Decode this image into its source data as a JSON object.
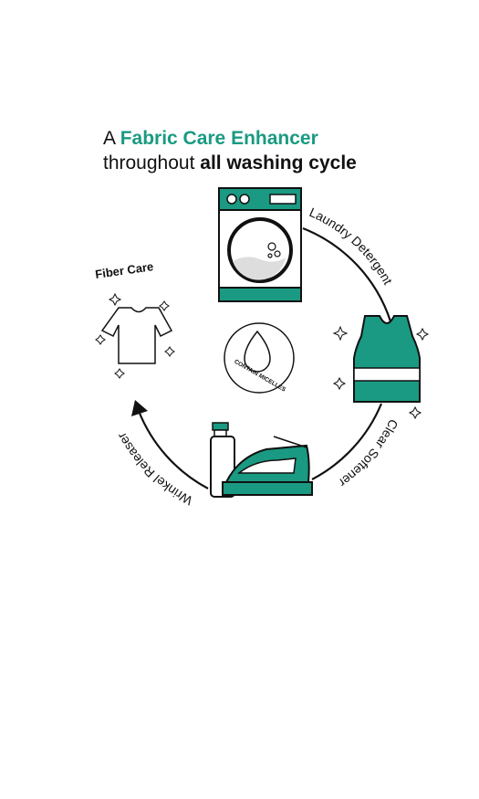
{
  "headline": {
    "prefix": "A ",
    "accent": "Fabric Care Enhancer",
    "line2_prefix": "throughout ",
    "line2_strong": "all washing cycle"
  },
  "cycle": {
    "step_laundry_detergent": "Laundry Detergent",
    "step_clear_softener": "Clear Softener",
    "step_wrinkle_releaser": "Wrinkel Releaser",
    "step_fiber_care": "Fiber Care"
  },
  "center_badge": {
    "label": "CONTAIN MICELLES"
  },
  "colors": {
    "accent": "#1a9a82",
    "ink": "#111111",
    "background": "#ffffff"
  },
  "icons": [
    "washing-machine-icon",
    "vest-icon",
    "iron-icon",
    "spray-bottle-icon",
    "t-shirt-icon",
    "water-drop-icon",
    "sparkle-icon"
  ]
}
